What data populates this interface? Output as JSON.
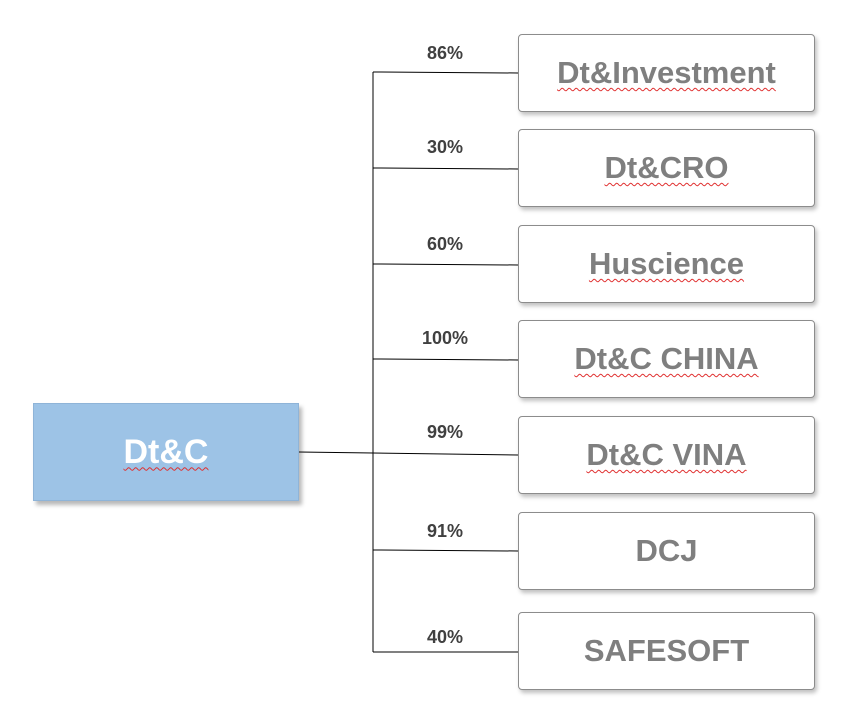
{
  "root": {
    "label": "Dt&C"
  },
  "children": [
    {
      "label": "Dt&Investment",
      "percent": "86%",
      "spellcheck": true
    },
    {
      "label": "Dt&CRO",
      "percent": "30%",
      "spellcheck": true
    },
    {
      "label": "Huscience",
      "percent": "60%",
      "spellcheck": true
    },
    {
      "label": "Dt&C CHINA",
      "percent": "100%",
      "spellcheck": true
    },
    {
      "label": "Dt&C VINA",
      "percent": "99%",
      "spellcheck": true
    },
    {
      "label": "DCJ",
      "percent": "91%",
      "spellcheck": false
    },
    {
      "label": "SAFESOFT",
      "percent": "40%",
      "spellcheck": false
    }
  ],
  "colors": {
    "root_fill": "#9dc3e6",
    "root_text": "#ffffff",
    "child_text": "#7f7f7f",
    "child_border": "#8c8c8c",
    "percent_text": "#404040",
    "connector": "#000000",
    "spellcheck_underline": "#e03030"
  }
}
